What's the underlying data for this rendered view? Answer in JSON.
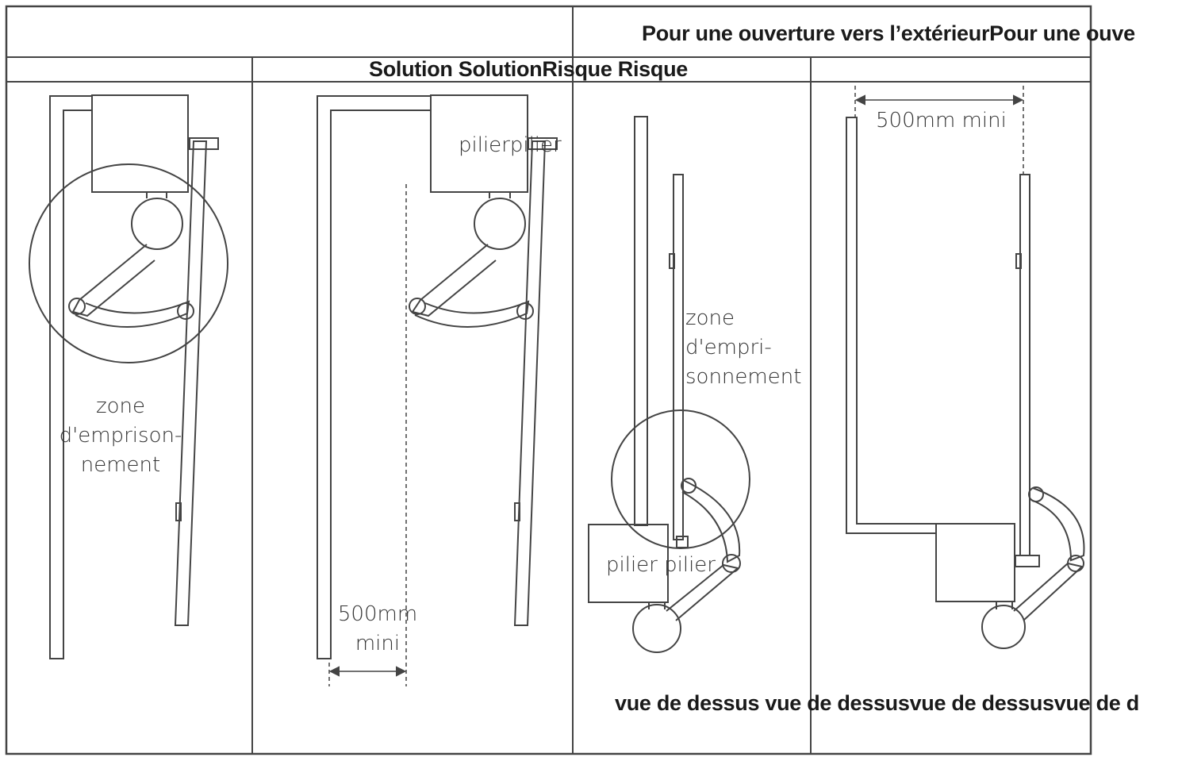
{
  "header": {
    "top_banner": "Pour une ouverture vers l’extérieurPour une ouve",
    "columns_row": "Solution SolutionRisque Risque"
  },
  "labels": {
    "panel1_zone": [
      "zone",
      "d'emprison-",
      "nement"
    ],
    "panel2_pilier": "pilierpilier",
    "panel2_dim": [
      "500mm",
      "mini"
    ],
    "panel3_zone": [
      "zone",
      "d'empri-",
      "sonnement"
    ],
    "panel3_pilier": "pilier pilier",
    "panel4_dim": "500mm mini"
  },
  "footer": {
    "caption": "vue de dessus vue de dessusvue de dessusvue de d"
  },
  "colors": {
    "line": "#444444",
    "text": "#1a1a1a"
  }
}
